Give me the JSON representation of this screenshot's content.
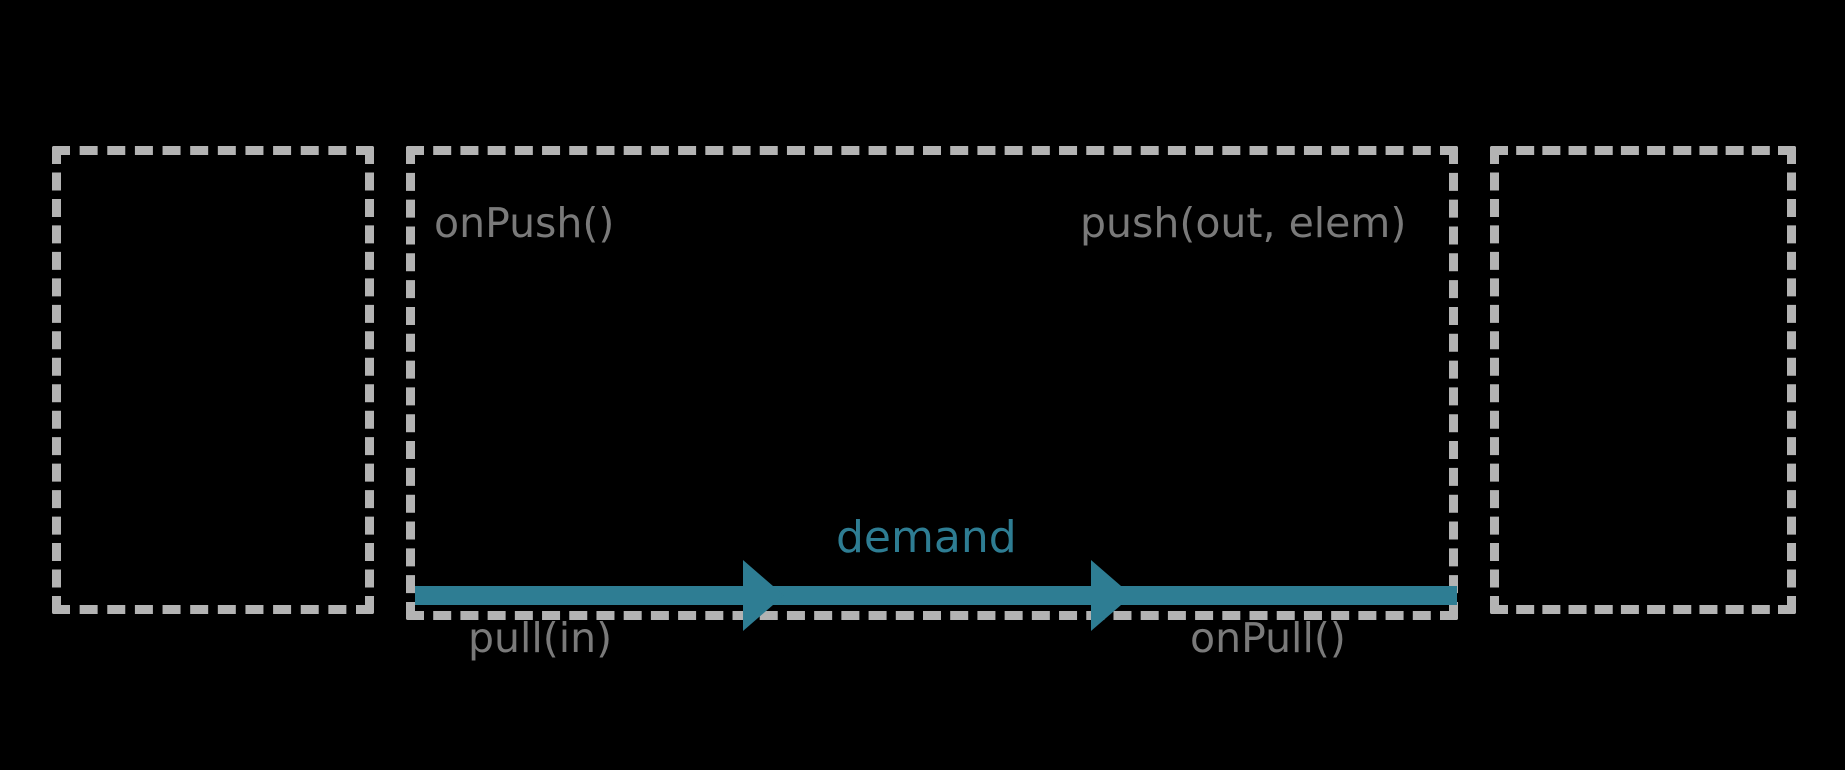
{
  "diagram": {
    "title": "GraphStage demand flow",
    "background_color": "#000000",
    "box_border_color": "#b3b3b3",
    "label_color": "#7a7a7a",
    "accent_color": "#2e7d93"
  },
  "boxes": [
    {
      "name": "upstream",
      "label": ""
    },
    {
      "name": "stage",
      "label": ""
    },
    {
      "name": "downstream",
      "label": ""
    }
  ],
  "labels": {
    "on_push": "onPush()",
    "push_out_elem": "push(out, elem)",
    "pull_in": "pull(in)",
    "on_pull": "onPull()"
  },
  "flow": {
    "demand_label": "demand",
    "direction": "right-to-left",
    "arrowhead_count": 2,
    "line_color": "#2e7d93"
  }
}
